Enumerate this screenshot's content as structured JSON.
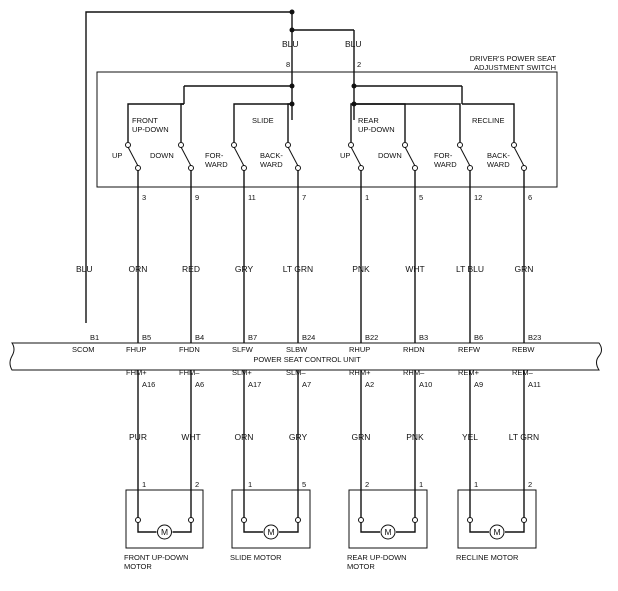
{
  "switch": {
    "title_line1": "DRIVER'S POWER SEAT",
    "title_line2": "ADJUSTMENT SWITCH",
    "common": [
      {
        "wire": "BLU",
        "pin": "8"
      },
      {
        "wire": "BLU",
        "pin": "2"
      }
    ],
    "groups": [
      {
        "name_line1": "FRONT",
        "name_line2": "UP-DOWN"
      },
      {
        "name_line1": "SLIDE",
        "name_line2": ""
      },
      {
        "name_line1": "REAR",
        "name_line2": "UP-DOWN"
      },
      {
        "name_line1": "RECLINE",
        "name_line2": ""
      }
    ],
    "contacts": [
      {
        "label1": "UP",
        "label2": "",
        "pin": "3",
        "wire": "ORN",
        "conn": "B5",
        "term": "FHUP"
      },
      {
        "label1": "DOWN",
        "label2": "",
        "pin": "9",
        "wire": "RED",
        "conn": "B4",
        "term": "FHDN"
      },
      {
        "label1": "FOR-",
        "label2": "WARD",
        "pin": "11",
        "wire": "GRY",
        "conn": "B7",
        "term": "SLFW"
      },
      {
        "label1": "BACK-",
        "label2": "WARD",
        "pin": "7",
        "wire": "LT GRN",
        "conn": "B24",
        "term": "SLBW"
      },
      {
        "label1": "UP",
        "label2": "",
        "pin": "1",
        "wire": "PNK",
        "conn": "B22",
        "term": "RHUP"
      },
      {
        "label1": "DOWN",
        "label2": "",
        "pin": "5",
        "wire": "WHT",
        "conn": "B3",
        "term": "RHDN"
      },
      {
        "label1": "FOR-",
        "label2": "WARD",
        "pin": "12",
        "wire": "LT BLU",
        "conn": "B6",
        "term": "REFW"
      },
      {
        "label1": "BACK-",
        "label2": "WARD",
        "pin": "6",
        "wire": "GRN",
        "conn": "B23",
        "term": "REBW"
      }
    ],
    "scom": {
      "wire": "BLU",
      "conn": "B1",
      "term": "SCOM"
    }
  },
  "control_unit": {
    "label": "POWER SEAT CONTROL UNIT",
    "outputs": [
      {
        "term": "FHM+",
        "conn": "A16",
        "wire": "PUR",
        "pin": "1"
      },
      {
        "term": "FHM–",
        "conn": "A6",
        "wire": "WHT",
        "pin": "2"
      },
      {
        "term": "SLM+",
        "conn": "A17",
        "wire": "ORN",
        "pin": "1"
      },
      {
        "term": "SLM–",
        "conn": "A7",
        "wire": "GRY",
        "pin": "5"
      },
      {
        "term": "RHM+",
        "conn": "A2",
        "wire": "GRN",
        "pin": "2"
      },
      {
        "term": "RHM–",
        "conn": "A10",
        "wire": "PNK",
        "pin": "1"
      },
      {
        "term": "REM+",
        "conn": "A9",
        "wire": "YEL",
        "pin": "1"
      },
      {
        "term": "REM–",
        "conn": "A11",
        "wire": "LT GRN",
        "pin": "2"
      }
    ]
  },
  "motors": [
    {
      "line1": "FRONT UP-DOWN",
      "line2": "MOTOR",
      "symbol": "M"
    },
    {
      "line1": "SLIDE MOTOR",
      "line2": "",
      "symbol": "M"
    },
    {
      "line1": "REAR UP-DOWN",
      "line2": "MOTOR",
      "symbol": "M"
    },
    {
      "line1": "RECLINE MOTOR",
      "line2": "",
      "symbol": "M"
    }
  ]
}
